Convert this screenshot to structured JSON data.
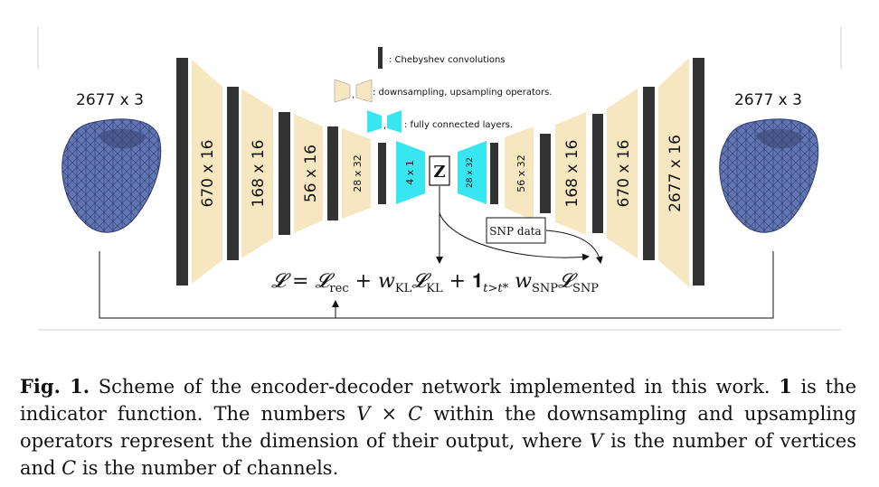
{
  "diagram": {
    "input_label": "2677 x 3",
    "output_label": "2677 x 3",
    "legend": {
      "cheb": ": Chebyshev convolutions",
      "sampling": ": downsampling, upsampling operators.",
      "fc": ": fully connected layers."
    },
    "encoder_dims": [
      "670 x 16",
      "168 x 16",
      "56 x 16",
      "28 x 32",
      "4 x 1"
    ],
    "latent_label": "Z",
    "decoder_dims": [
      "28 x 32",
      "56 x 32",
      "168 x 16",
      "670 x 16",
      "2677 x 16"
    ],
    "snp_label": "SNP data",
    "loss": {
      "prefix": "𝓛 = 𝓛",
      "sub_rec": "rec",
      "plus_w": " + w",
      "sub_kl_w": "KL",
      "l_kl": "𝓛",
      "sub_kl": "KL",
      "plus_one": " + 𝟏",
      "sub_ind": "t>t*",
      "w_snp": " w",
      "sub_snp_w": "SNP",
      "l_snp": "𝓛",
      "sub_snp": "SNP"
    },
    "colors": {
      "bar": "#333333",
      "sampling": "#f7e7c0",
      "fc": "#37e6f0",
      "mesh": "#5a6ea8",
      "mesh_dark": "#3c4a80"
    }
  },
  "caption": {
    "fig_label": "Fig. 1.",
    "s1": " Scheme of the encoder-decoder network implemented in this work. ",
    "one": "1",
    "s2": " is the indicator function. The numbers ",
    "v": "V",
    "times": " × ",
    "c": "C",
    "s3": " within the downsampling and upsampling operators represent the dimension of their output, where ",
    "v2": "V",
    "s4": " is the number of vertices and ",
    "c2": "C",
    "s5": " is the number of channels."
  }
}
